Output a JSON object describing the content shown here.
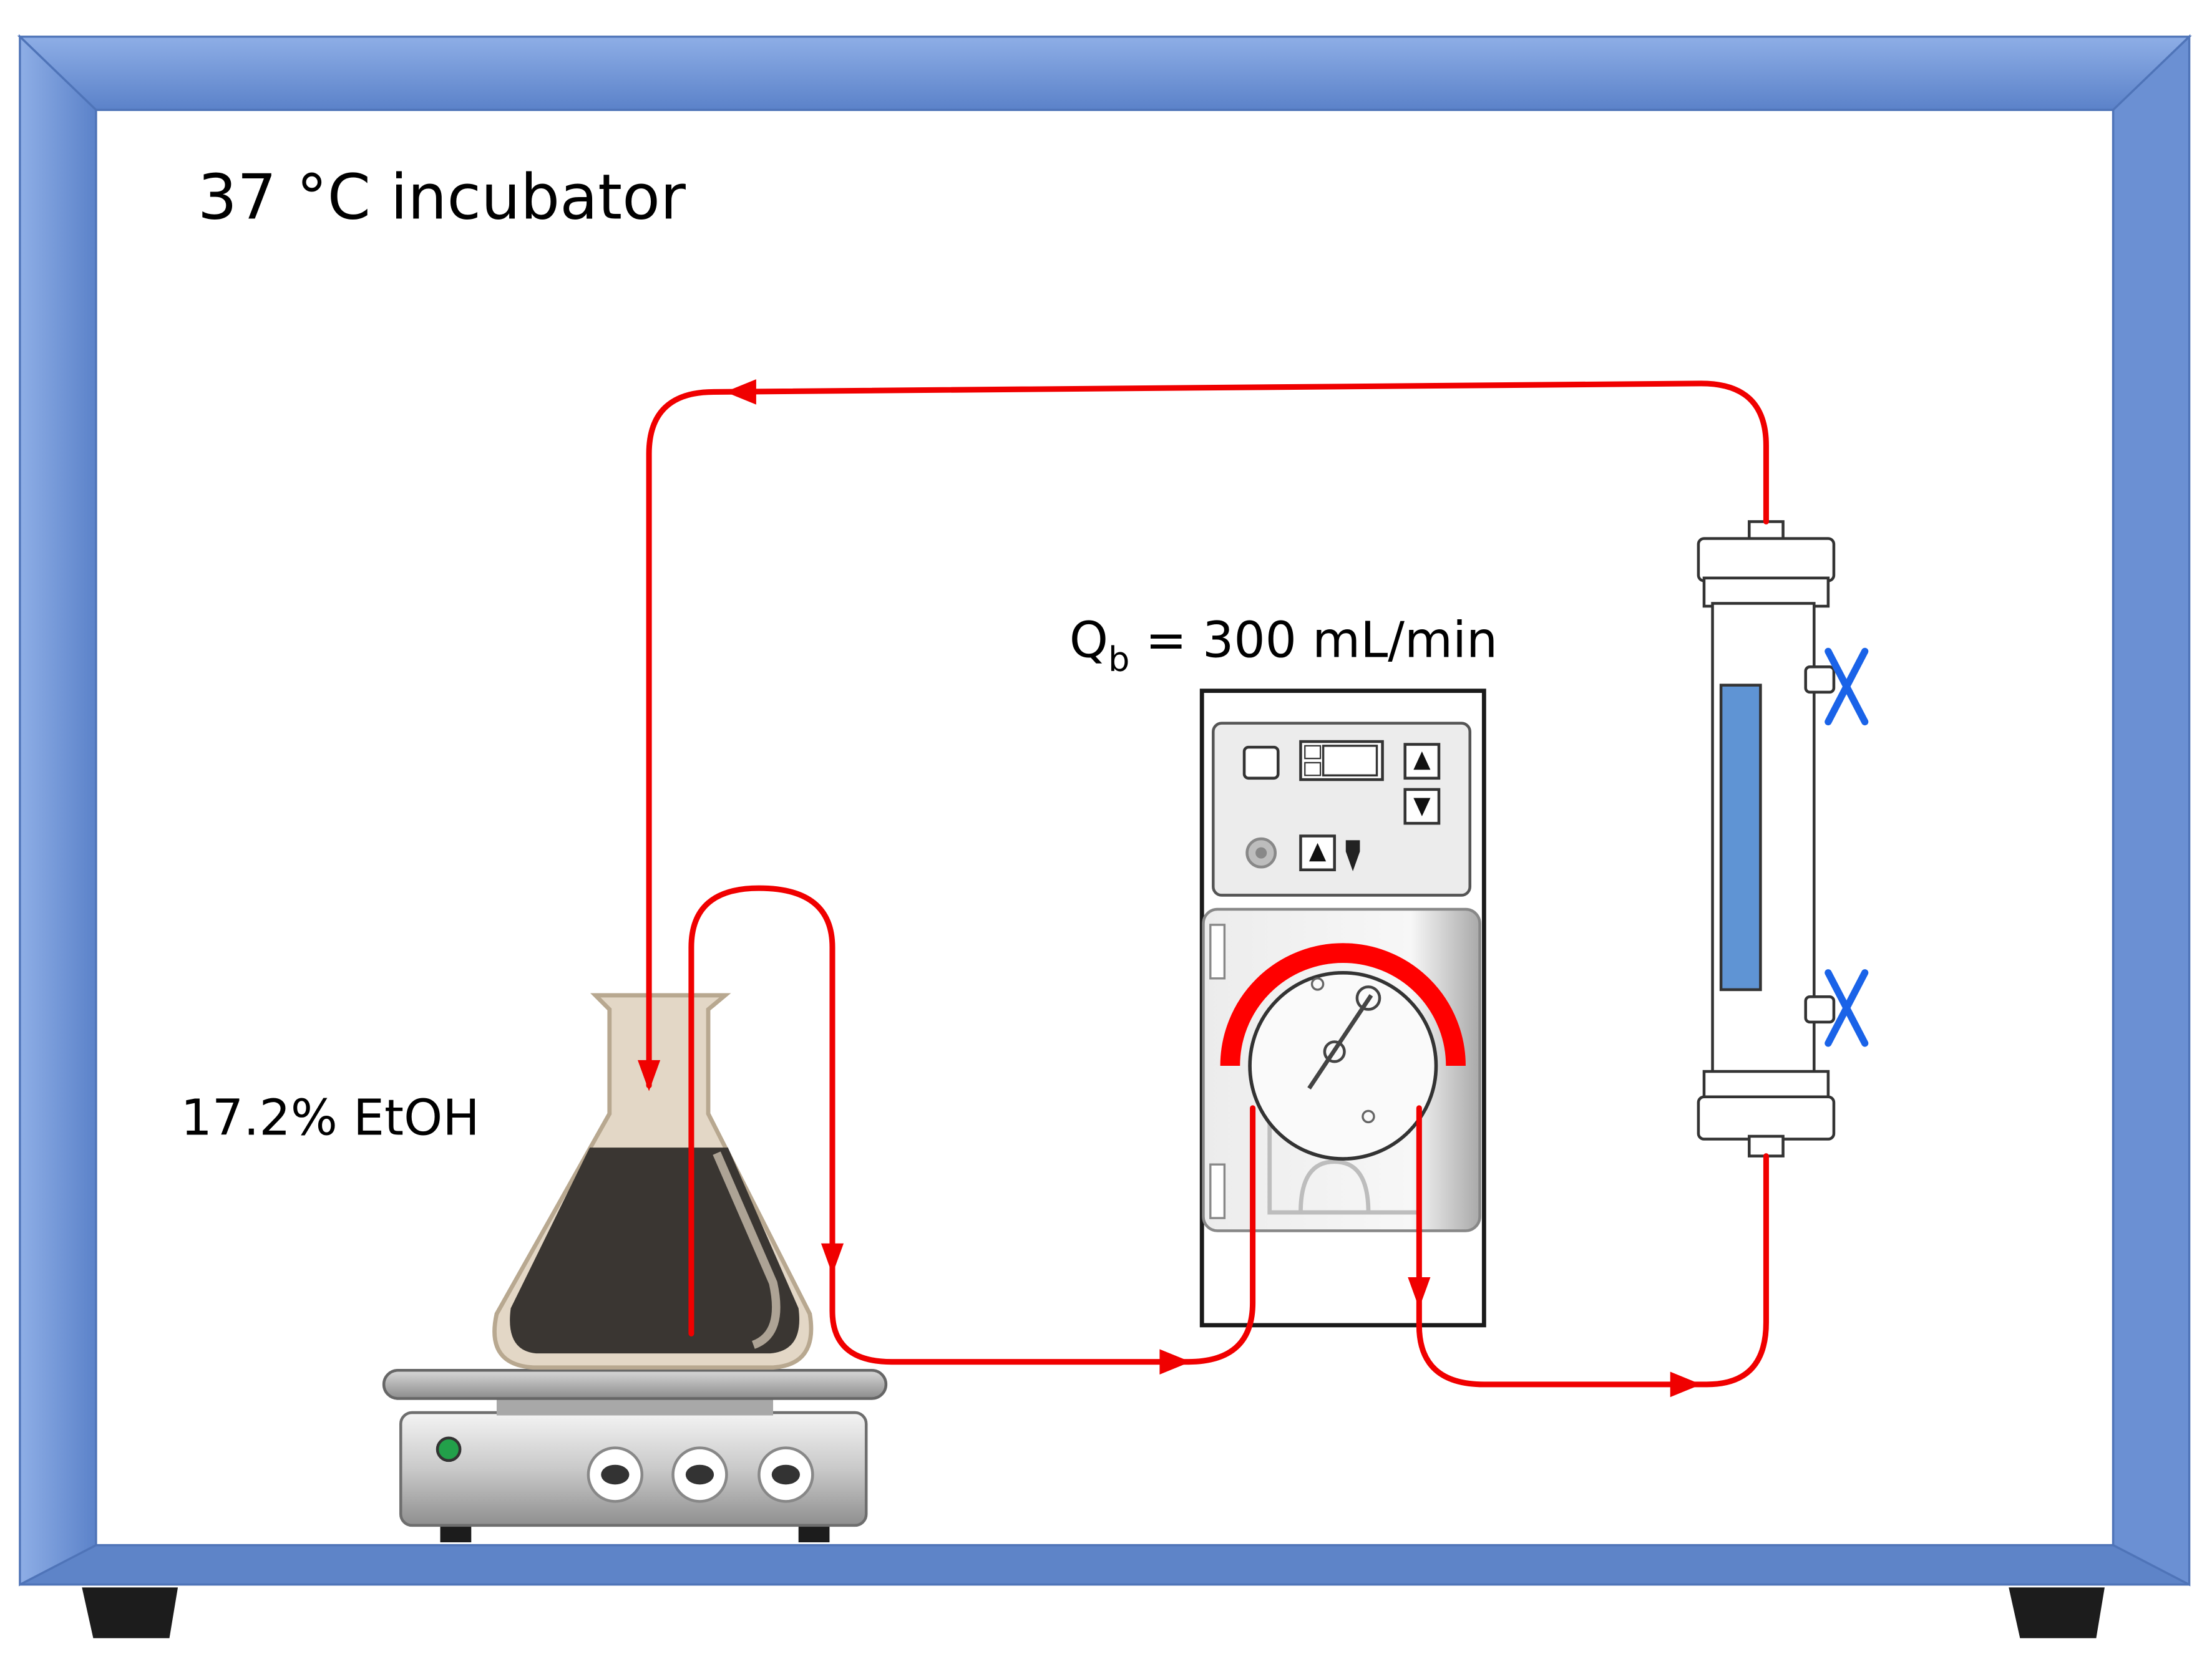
{
  "labels": {
    "incubator": "37 °C  incubator",
    "solution": "17.2% EtOH",
    "flow_symbol": "Q",
    "flow_subscript": "b",
    "flow_value": " = 300 mL/min"
  },
  "colors": {
    "frame": "#6f95d8",
    "tubing": "#f00000",
    "clamp": "#1a63e8",
    "liquid": "#3a3632",
    "membrane": "#5f94d4",
    "indicator_light": "#22a04a"
  },
  "icons": [
    "incubator-frame",
    "erlenmeyer-flask",
    "stir-plate",
    "peristaltic-pump",
    "dialyzer-cartridge",
    "clamp-icon",
    "flow-arrow-icon"
  ]
}
